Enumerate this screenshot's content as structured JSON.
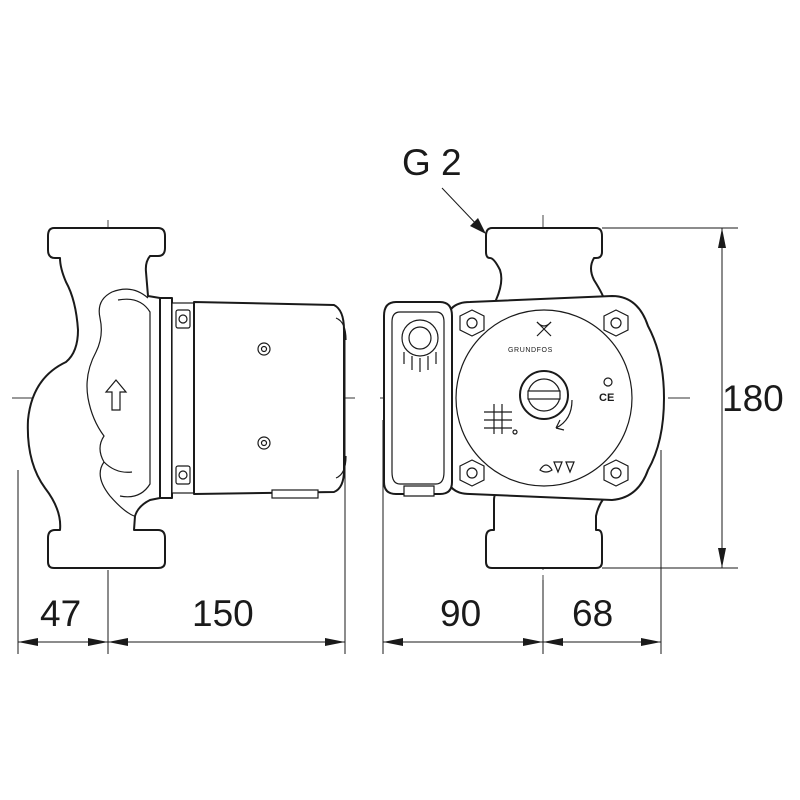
{
  "dimensions": {
    "inlet_offset": "47",
    "side_length": "150",
    "front_left": "90",
    "front_right": "68",
    "height": "180"
  },
  "connection_label": "G 2",
  "brand_mark": "GRUNDFOS",
  "ce_mark": "CE"
}
